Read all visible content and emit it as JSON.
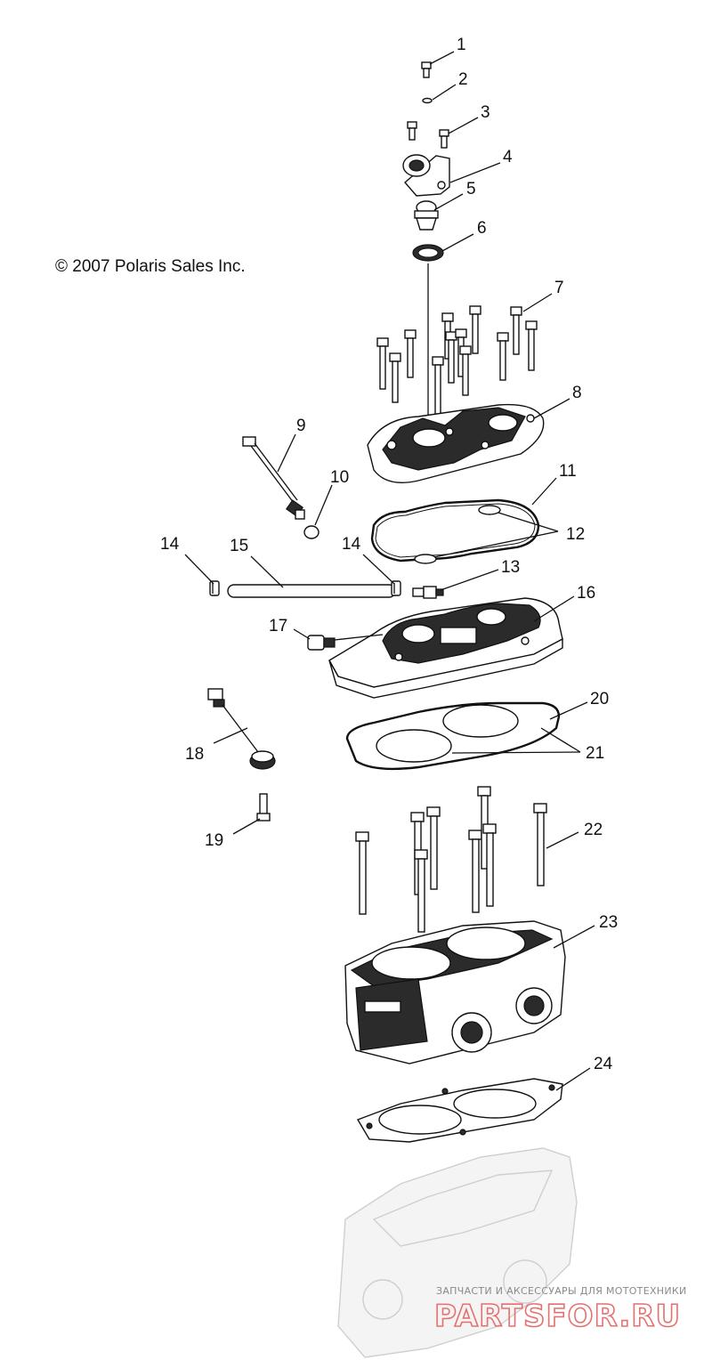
{
  "copyright": "© 2007 Polaris Sales Inc.",
  "callouts": [
    "1",
    "2",
    "3",
    "4",
    "5",
    "6",
    "7",
    "8",
    "9",
    "10",
    "11",
    "12",
    "13",
    "14",
    "14",
    "15",
    "16",
    "17",
    "18",
    "19",
    "20",
    "21",
    "22",
    "23",
    "24"
  ],
  "watermark": {
    "tagline": "ЗАПЧАСТИ И АКСЕССУАРЫ ДЛЯ МОТОТЕХНИКИ",
    "brand": "PARTSFOR.RU",
    "color": "#e67070"
  },
  "colors": {
    "line": "#111111",
    "ghost_part": "#cfcfcf",
    "background": "#ffffff"
  }
}
